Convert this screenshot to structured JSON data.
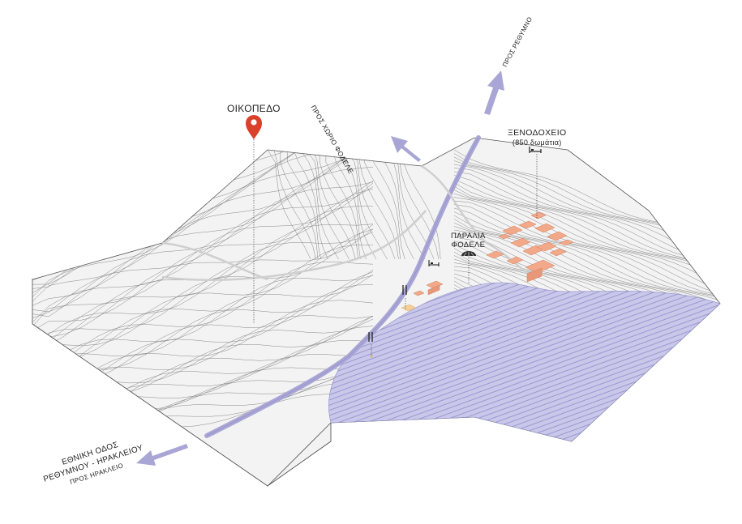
{
  "labels": {
    "plot": "ΟΙΚΟΠΕΔΟ",
    "hotel_title": "ΞΕΝΟΔΟΧΕΙΟ",
    "hotel_rooms": "(850 δωμάτια)",
    "beach_line1": "ΠΑΡΑΛΙΑ",
    "beach_line2": "ΦΟΔΕΛΕ",
    "to_village": "ΠΡΟΣ ΧΩΡΙΟ ΦΟΔΕΛΕ",
    "to_rethymno": "ΠΡΟΣ ΡΕΘΥΜΝΟ",
    "highway_line1": "ΕΘΝΙΚΗ ΟΔΟΣ",
    "highway_line2": "ΡΕΘΥΜΝΟΥ - ΗΡΑΚΛΕΙΟΥ",
    "to_heraklion": "ΠΡΟΣ ΗΡΑΚΛΕΙΟ"
  },
  "icons": {
    "plot_marker": "map-pin-icon",
    "hotel": "bed-icon",
    "beach": "beach-umbrella-icon",
    "restaurant": "cutlery-icon"
  },
  "colors": {
    "road": "#a9a6d6",
    "sea": "#b9b8e3",
    "buildings": "#f2a98a",
    "marker": "#d9412b",
    "contours": "#6f6f6f"
  }
}
